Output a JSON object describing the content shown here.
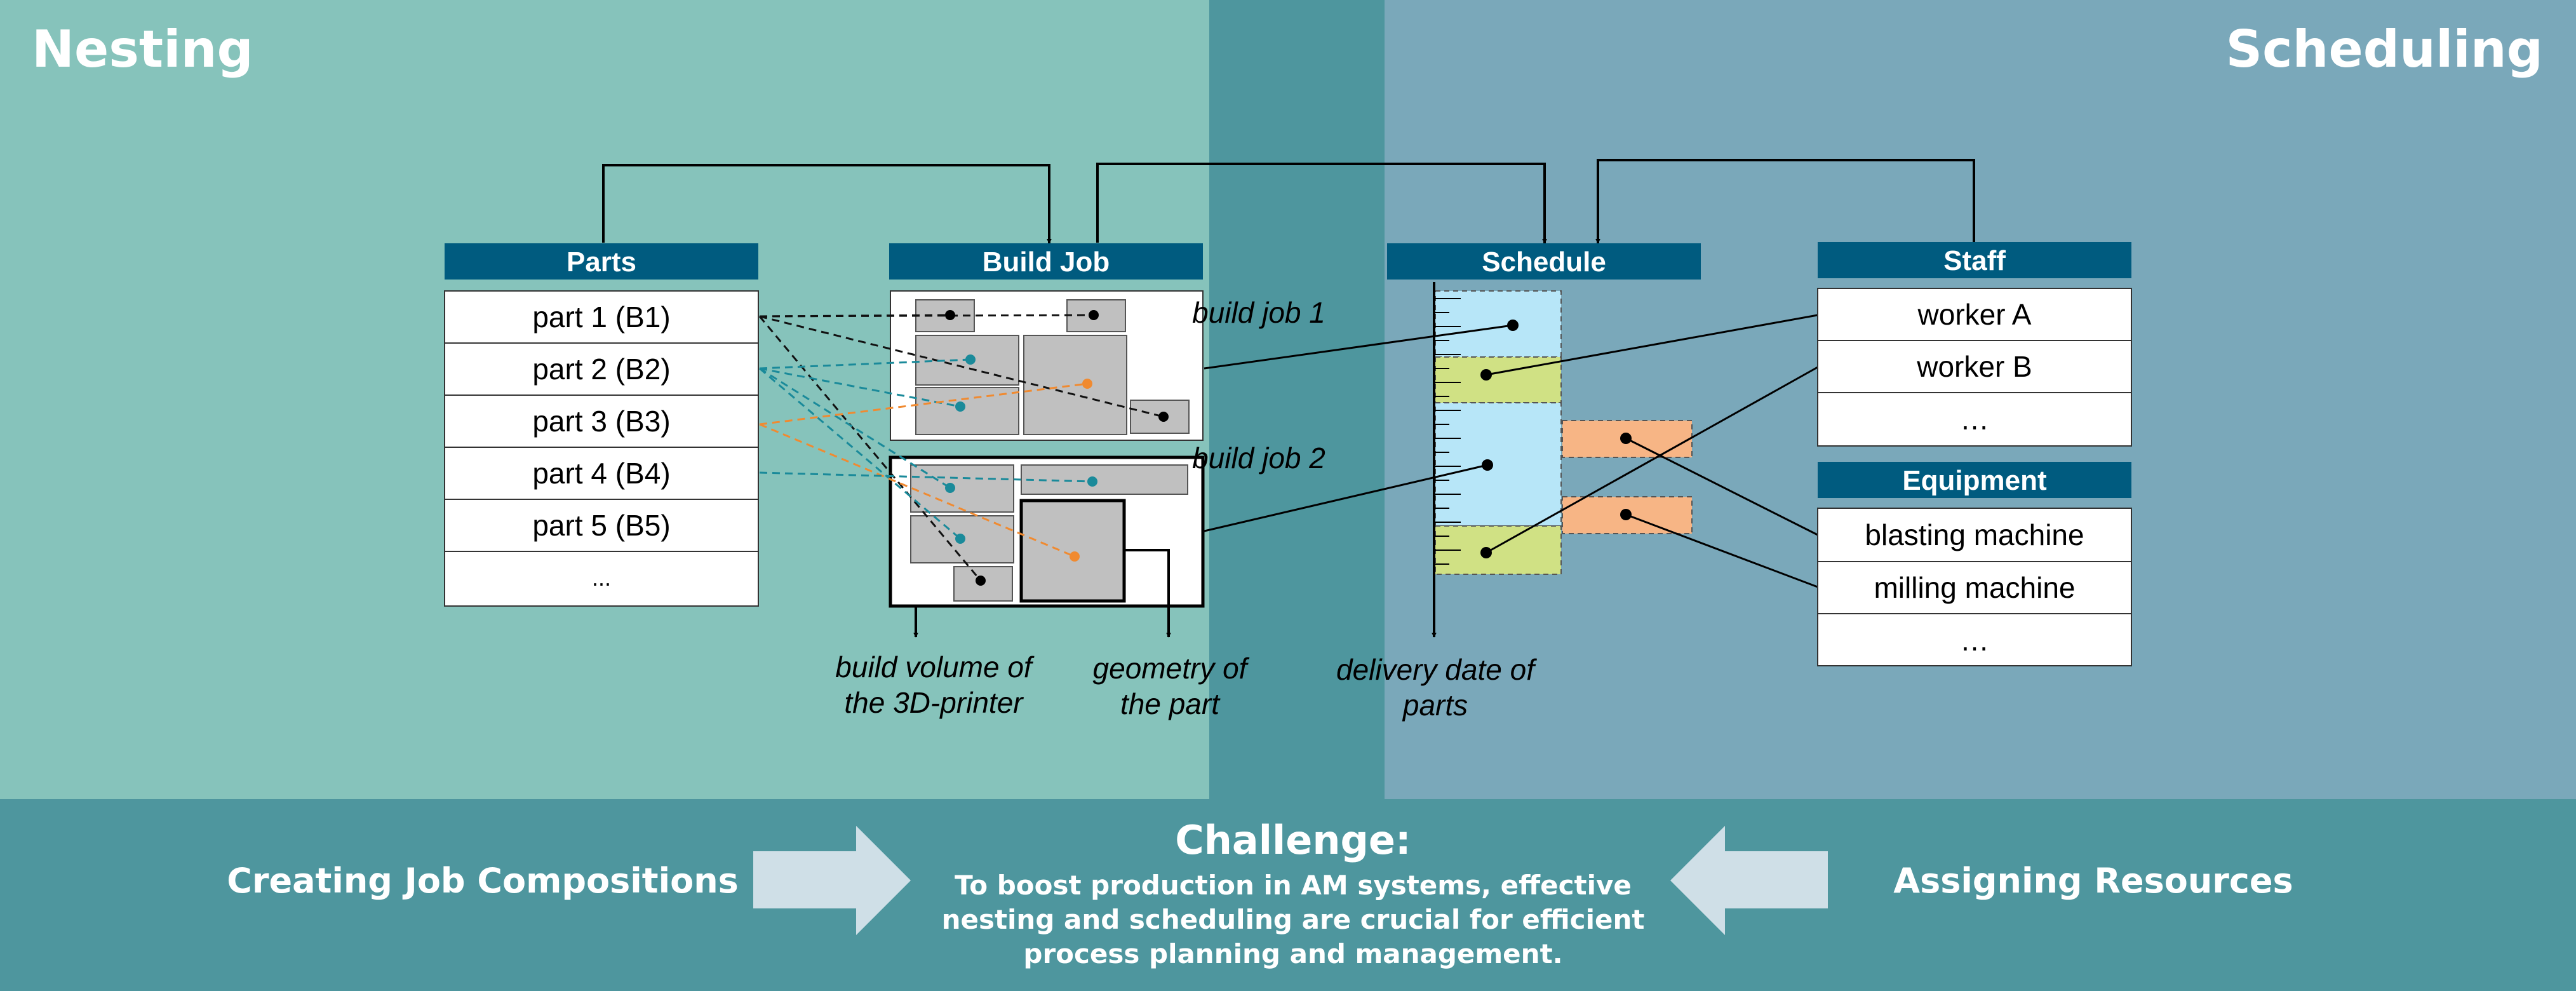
{
  "colors": {
    "nesting_bg": "#86c3bb",
    "overlap_bg": "#4e969e",
    "scheduling_bg": "#7aa8ba",
    "band_bg": "#4e969e",
    "header_fill": "#005b7f",
    "teal_dot": "#1a8a9a",
    "orange_dot": "#f08a30",
    "slot_blue": "#b7e6f8",
    "slot_green": "#d0e184",
    "slot_orange": "#f7b585",
    "part_gray": "#c0c0c0",
    "arrow_fill": "#cfdfe7"
  },
  "titles": {
    "nesting": "Nesting",
    "scheduling": "Scheduling"
  },
  "parts": {
    "header": "Parts",
    "items": [
      "part 1 (B1)",
      "part 2 (B2)",
      "part 3 (B3)",
      "part 4 (B4)",
      "part 5 (B5)",
      "..."
    ]
  },
  "build_job": {
    "header": "Build Job",
    "job1_label": "build job 1",
    "job2_label": "build job 2",
    "volume_caption": [
      "build volume of",
      "the 3D-printer"
    ],
    "geometry_caption": [
      "geometry of",
      "the part"
    ]
  },
  "schedule": {
    "header": "Schedule",
    "delivery_caption": [
      "delivery date of",
      "parts"
    ]
  },
  "staff": {
    "header": "Staff",
    "items": [
      "worker A",
      "worker B",
      "…"
    ]
  },
  "equipment": {
    "header": "Equipment",
    "items": [
      "blasting machine",
      "milling machine",
      "…"
    ]
  },
  "band": {
    "left": "Creating Job Compositions",
    "right": "Assigning Resources",
    "challenge_title": "Challenge:",
    "challenge_lines": [
      "To boost production in AM systems, effective",
      "nesting and scheduling are crucial for efficient",
      "process planning and management."
    ]
  }
}
